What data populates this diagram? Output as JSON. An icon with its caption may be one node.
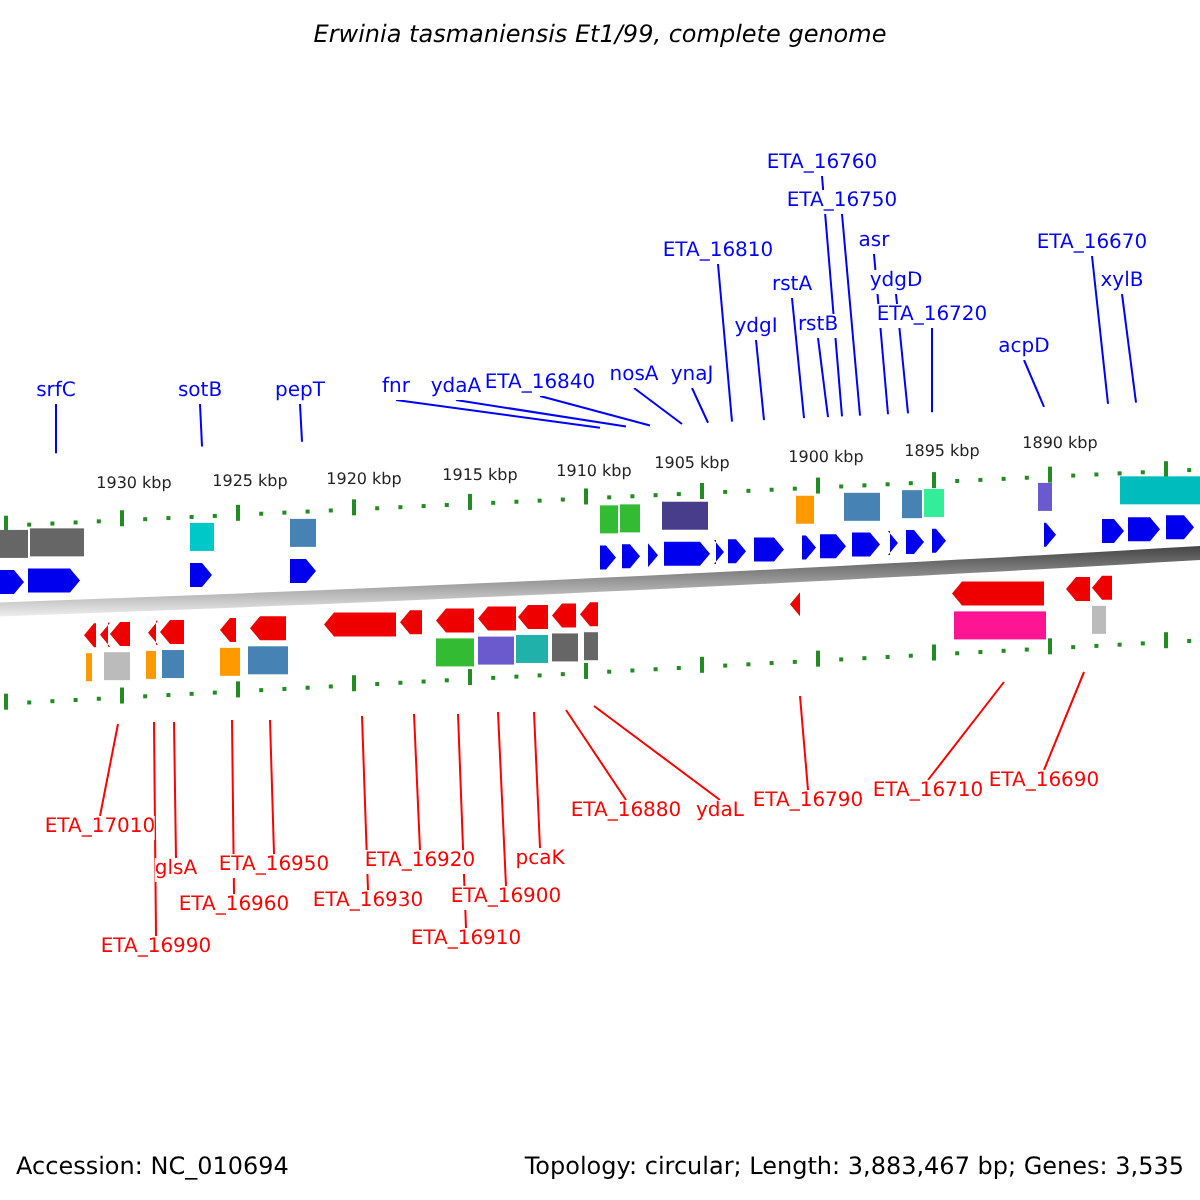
{
  "diagram": {
    "title": "Erwinia tasmaniensis Et1/99, complete genome",
    "nodes": [
      {
        "text": [
          "srfC"
        ]
      },
      {
        "text": [
          "sotB"
        ]
      },
      {
        "text": [
          "pepT"
        ]
      },
      {
        "text": [
          "fnr"
        ]
      },
      {
        "text": [
          "ydaA"
        ]
      },
      {
        "text": [
          "ETA_16840"
        ]
      },
      {
        "text": [
          "nosA"
        ]
      },
      {
        "text": [
          "ynaJ"
        ]
      },
      {
        "text": [
          "ETA_16810"
        ]
      },
      {
        "text": [
          "ydgI"
        ]
      },
      {
        "text": [
          "rstA"
        ]
      },
      {
        "text": [
          "rstB"
        ]
      },
      {
        "text": [
          "ETA_16760"
        ]
      },
      {
        "text": [
          "ETA_16750"
        ]
      },
      {
        "text": [
          "asr"
        ]
      },
      {
        "text": [
          "ydgD"
        ]
      },
      {
        "text": [
          "ETA_16720"
        ]
      },
      {
        "text": [
          "acpD"
        ]
      },
      {
        "text": [
          "ETA_16670"
        ]
      },
      {
        "text": [
          "xylB"
        ]
      },
      {
        "text": [
          "ETA_17010"
        ]
      },
      {
        "text": [
          "ETA_16990"
        ]
      },
      {
        "text": [
          "glsA"
        ]
      },
      {
        "text": [
          "ETA_16960"
        ]
      },
      {
        "text": [
          "ETA_16950"
        ]
      },
      {
        "text": [
          "ETA_16930"
        ]
      },
      {
        "text": [
          "ETA_16920"
        ]
      },
      {
        "text": [
          "ETA_16910"
        ]
      },
      {
        "text": [
          "ETA_16900"
        ]
      },
      {
        "text": [
          "pcaK"
        ]
      },
      {
        "text": [
          "ETA_16880"
        ]
      },
      {
        "text": [
          "ydaL"
        ]
      },
      {
        "text": [
          "ETA_16790"
        ]
      },
      {
        "text": [
          "ETA_16710"
        ]
      },
      {
        "text": [
          "ETA_16690"
        ]
      }
    ],
    "edges": [
      {
        "from": 0,
        "to": null,
        "arrow": "none"
      },
      {
        "from": 1,
        "to": null,
        "arrow": "none"
      },
      {
        "from": 2,
        "to": null,
        "arrow": "none"
      },
      {
        "from": 3,
        "to": null,
        "arrow": "none"
      },
      {
        "from": 4,
        "to": null,
        "arrow": "none"
      },
      {
        "from": 5,
        "to": null,
        "arrow": "none"
      },
      {
        "from": 6,
        "to": null,
        "arrow": "none"
      },
      {
        "from": 7,
        "to": null,
        "arrow": "none"
      },
      {
        "from": 8,
        "to": null,
        "arrow": "none"
      },
      {
        "from": 9,
        "to": null,
        "arrow": "none"
      },
      {
        "from": 10,
        "to": null,
        "arrow": "none"
      },
      {
        "from": 11,
        "to": null,
        "arrow": "none"
      },
      {
        "from": 12,
        "to": null,
        "arrow": "none"
      },
      {
        "from": 13,
        "to": null,
        "arrow": "none"
      },
      {
        "from": 14,
        "to": null,
        "arrow": "none"
      },
      {
        "from": 15,
        "to": null,
        "arrow": "none"
      },
      {
        "from": 16,
        "to": null,
        "arrow": "none"
      },
      {
        "from": 17,
        "to": null,
        "arrow": "none"
      },
      {
        "from": 18,
        "to": null,
        "arrow": "none"
      },
      {
        "from": 19,
        "to": null,
        "arrow": "none"
      },
      {
        "from": 20,
        "to": null,
        "arrow": "none",
        "color": "#ff0000"
      },
      {
        "from": 21,
        "to": null,
        "arrow": "none",
        "color": "#ff0000"
      },
      {
        "from": 22,
        "to": null,
        "arrow": "none",
        "color": "#ff0000"
      },
      {
        "from": 23,
        "to": null,
        "arrow": "none",
        "color": "#ff0000"
      },
      {
        "from": 24,
        "to": null,
        "arrow": "none",
        "color": "#ff0000"
      },
      {
        "from": 25,
        "to": null,
        "arrow": "none",
        "color": "#ff0000"
      },
      {
        "from": 26,
        "to": null,
        "arrow": "none",
        "color": "#ff0000"
      },
      {
        "from": 27,
        "to": null,
        "arrow": "none",
        "color": "#ff0000"
      },
      {
        "from": 28,
        "to": null,
        "arrow": "none",
        "color": "#ff0000"
      },
      {
        "from": 29,
        "to": null,
        "arrow": "none",
        "color": "#ff0000"
      },
      {
        "from": 30,
        "to": null,
        "arrow": "none",
        "color": "#ff0000"
      },
      {
        "from": 31,
        "to": null,
        "arrow": "none",
        "color": "#ff0000"
      },
      {
        "from": 32,
        "to": null,
        "arrow": "none",
        "color": "#ff0000"
      },
      {
        "from": 33,
        "to": null,
        "arrow": "none",
        "color": "#ff0000"
      },
      {
        "from": 34,
        "to": null,
        "arrow": "none",
        "color": "#ff0000"
      }
    ],
    "labels": [
      "1930 kbp",
      "1925 kbp",
      "1920 kbp",
      "1915 kbp",
      "1910 kbp",
      "1905 kbp",
      "1900 kbp",
      "1895 kbp",
      "1890 kbp",
      "Accession: NC_010694",
      "Topology: circular; Length: 3,883,467 bp; Genes: 3,535"
    ]
  }
}
